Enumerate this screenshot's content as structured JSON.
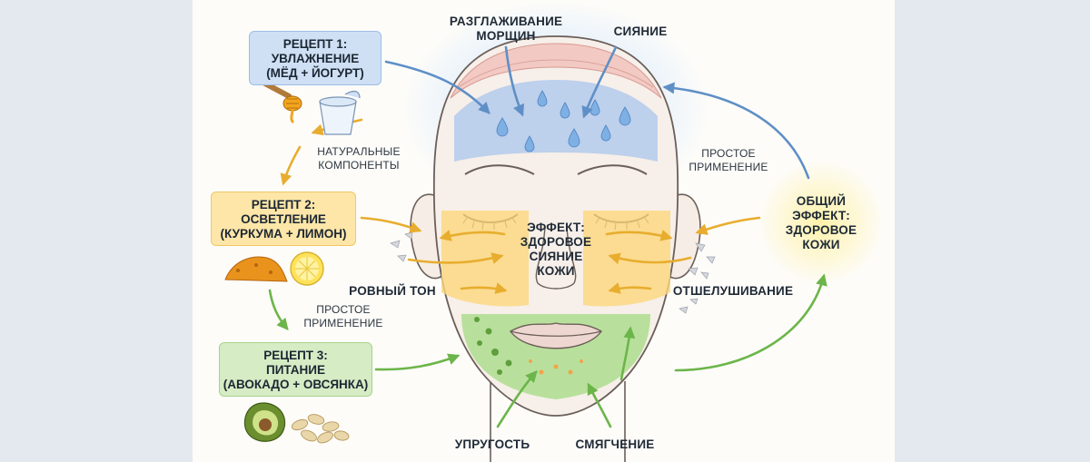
{
  "recipes": [
    {
      "title": "РЕЦЕПТ 1:",
      "name": "УВЛАЖНЕНИЕ",
      "ingredients": "(МЁД + ЙОГУРТ)",
      "color": "#cfe0f5"
    },
    {
      "title": "РЕЦЕПТ 2:",
      "name": "ОСВЕТЛЕНИЕ",
      "ingredients": "(КУРКУМА + ЛИМОН)",
      "color": "#fde6a8"
    },
    {
      "title": "РЕЦЕПТ 3:",
      "name": "ПИТАНИЕ",
      "ingredients": "(АВОКАДО + ОВСЯНКА)",
      "color": "#d5ecc4"
    }
  ],
  "notes": {
    "natural_1": "НАТУРАЛЬНЫЕ",
    "natural_2": "КОМПОНЕНТЫ",
    "simple_left_1": "ПРОСТОЕ",
    "simple_left_2": "ПРИМЕНЕНИЕ",
    "simple_right_1": "ПРОСТОЕ",
    "simple_right_2": "ПРИМЕНЕНИЕ"
  },
  "effects": {
    "wrinkles_1": "РАЗГЛАЖИВАНИЕ",
    "wrinkles_2": "МОРЩИН",
    "glow": "СИЯНИЕ",
    "even_tone": "РОВНЫЙ ТОН",
    "exfoliation": "ОТШЕЛУШИВАНИЕ",
    "firmness": "УПРУГОСТЬ",
    "softening": "СМЯГЧЕНИЕ"
  },
  "center": {
    "line1": "ЭФФЕКТ:",
    "line2": "ЗДОРОВОЕ",
    "line3": "СИЯНИЕ",
    "line4": "КОЖИ"
  },
  "overall": {
    "line1": "ОБЩИЙ",
    "line2": "ЭФФЕКТ:",
    "line3": "ЗДОРОВОЕ",
    "line4": "КОЖИ"
  },
  "icons": [
    "honey-dipper-icon",
    "yogurt-cup-icon",
    "turmeric-powder-icon",
    "lemon-icon",
    "avocado-icon",
    "oat-flakes-icon"
  ],
  "colors": {
    "blue": "#8fb4e6",
    "yellow": "#f3c34b",
    "green": "#8cc96b",
    "arrow_blue": "#5f8fc6",
    "arrow_yellow": "#e8ad2e",
    "arrow_green": "#6cb54a"
  }
}
